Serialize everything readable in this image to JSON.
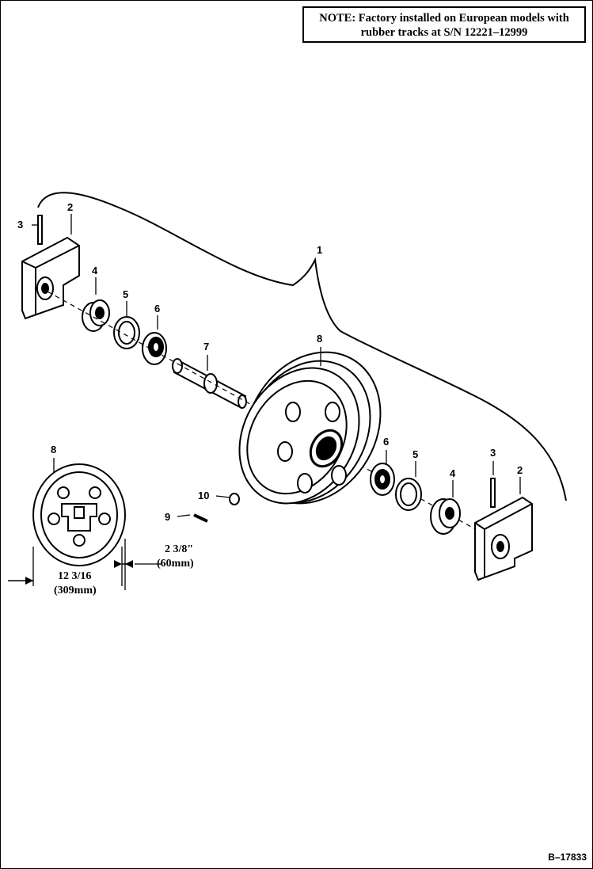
{
  "note": {
    "label": "NOTE:",
    "line1": "Factory installed on European models with",
    "line2": "rubber tracks at S/N 12221–12999"
  },
  "callouts": {
    "c1": "1",
    "c2_left": "2",
    "c2_right": "2",
    "c3_left": "3",
    "c3_right": "3",
    "c4_left": "4",
    "c4_right": "4",
    "c5_left": "5",
    "c5_right": "5",
    "c6_left": "6",
    "c6_right": "6",
    "c7": "7",
    "c8_main": "8",
    "c8_detail": "8",
    "c9": "9",
    "c10": "10"
  },
  "dimensions": {
    "diameter_in": "12 3/16",
    "diameter_mm": "(309mm)",
    "width_in": "2 3/8\"",
    "width_mm": "(60mm)"
  },
  "reference_code": "B–17833"
}
